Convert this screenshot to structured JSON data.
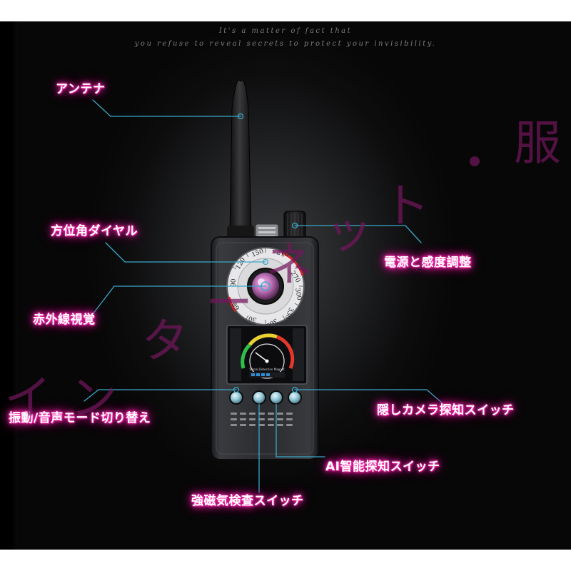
{
  "tagline": {
    "line1": "It's a matter of fact that",
    "line2": "you refuse to reveal secrets to protect your invisibility."
  },
  "callouts": {
    "antenna": "アンテナ",
    "dial": "方位角ダイヤル",
    "power": "電源と感度調整",
    "infrared": "赤外線視覚",
    "vibration": "振動/音声モード切り替え",
    "hidden_camera": "隠しカメラ探知スイッチ",
    "ai": "AI智能探知スイッチ",
    "magnetic": "強磁気検査スイッチ"
  },
  "dial_labels": [
    "150",
    "210",
    "270",
    "300",
    "330",
    "360",
    "30",
    "60",
    "90",
    "120"
  ],
  "screen_text": "Signal Detection Magnet",
  "watermark": {
    "chars": [
      "イ",
      "ン",
      "タ",
      "ー",
      "ネ",
      "ッ",
      "ト",
      "・",
      "服"
    ]
  },
  "colors": {
    "glow": "#ff1aa8",
    "callout_line": "#3aa7c7",
    "device_body": "#232427",
    "watermark": "#73165c"
  }
}
